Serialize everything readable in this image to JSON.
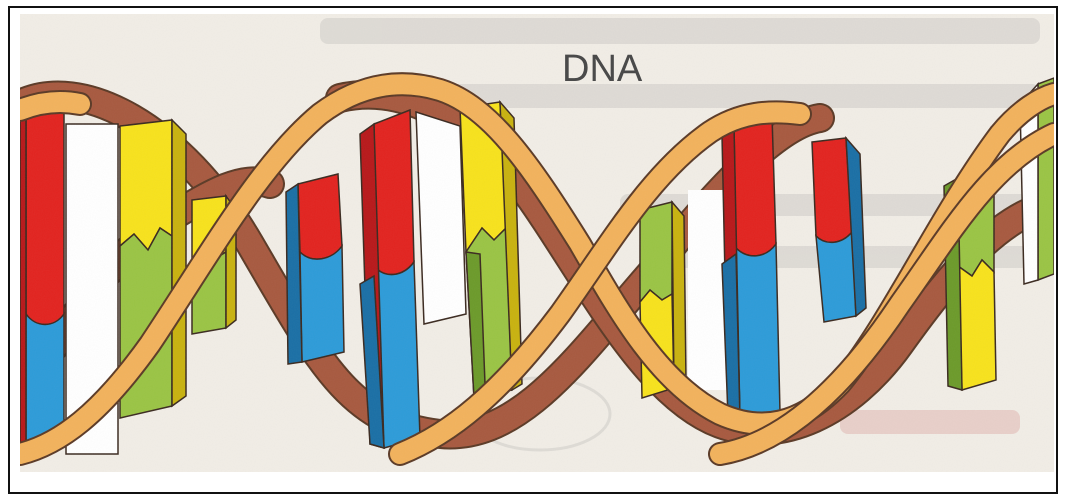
{
  "figure": {
    "title": "DNA",
    "colors": {
      "background": "#f1ede6",
      "strand_front": "#f2b25c",
      "strand_back": "#a7593f",
      "outline": "#5b3a26",
      "red": "#e2231f",
      "blue": "#2d9bd8",
      "yellow": "#f7e21c",
      "green": "#9ac444",
      "white": "#ffffff"
    },
    "base_pairs": [
      {
        "name": "pair-red-blue-1",
        "top": "red",
        "bottom": "blue"
      },
      {
        "name": "pair-yellow-green-1",
        "top": "yellow",
        "bottom": "green"
      },
      {
        "name": "pair-yellow-green-2",
        "top": "yellow",
        "bottom": "green"
      },
      {
        "name": "pair-red-blue-2",
        "top": "red",
        "bottom": "blue"
      },
      {
        "name": "pair-red-blue-3",
        "top": "red",
        "bottom": "blue"
      },
      {
        "name": "pair-yellow-green-3",
        "top": "yellow",
        "bottom": "green"
      },
      {
        "name": "pair-green-yellow-1",
        "top": "green",
        "bottom": "yellow"
      },
      {
        "name": "pair-red-blue-4",
        "top": "red",
        "bottom": "blue"
      },
      {
        "name": "pair-red-blue-5",
        "top": "red",
        "bottom": "blue"
      },
      {
        "name": "pair-green-yellow-2",
        "top": "green",
        "bottom": "yellow"
      },
      {
        "name": "pair-green-yellow-3",
        "top": "green",
        "bottom": "yellow"
      }
    ]
  }
}
